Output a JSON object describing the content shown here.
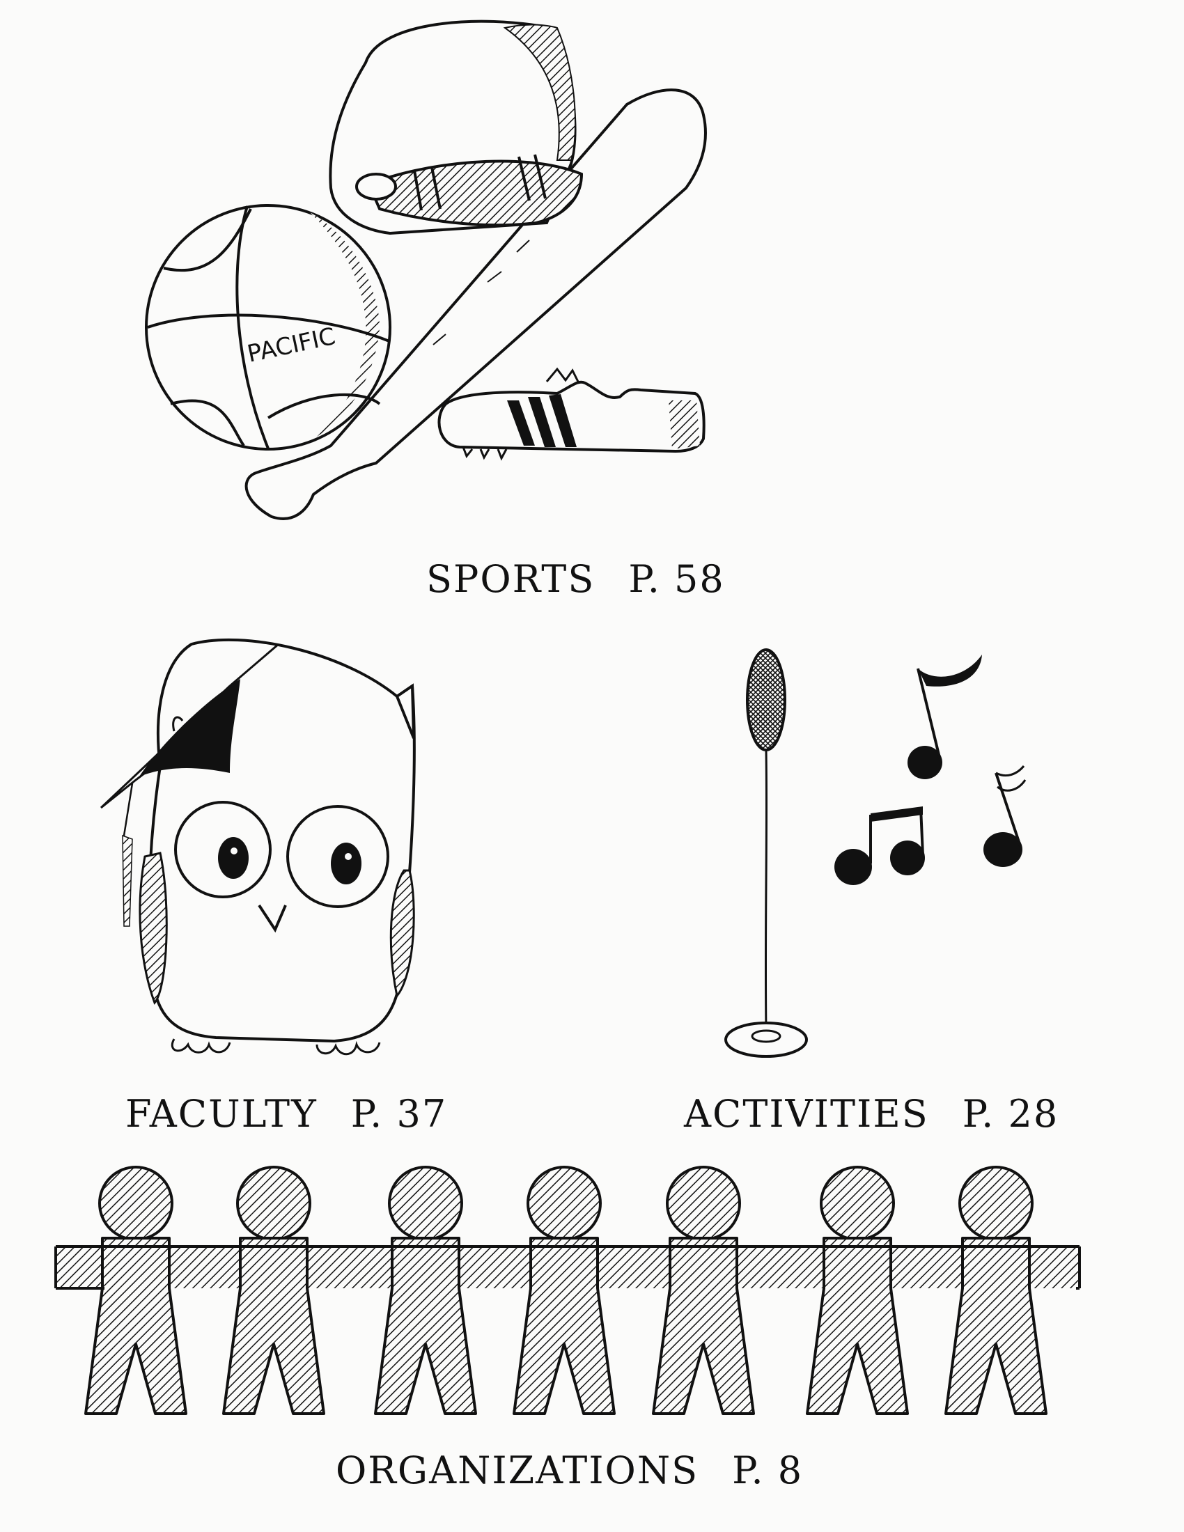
{
  "sections": {
    "sports": {
      "label": "SPORTS",
      "page": "P. 58",
      "ball_text": "PACIFIC"
    },
    "faculty": {
      "label": "FACULTY",
      "page": "P. 37"
    },
    "activities": {
      "label": "ACTIVITIES",
      "page": "P. 28"
    },
    "organizations": {
      "label": "ORGANIZATIONS",
      "page": "P. 8"
    }
  },
  "icons": {
    "sports": [
      "football-helmet-icon",
      "basketball-icon",
      "baseball-bat-icon",
      "track-shoe-icon"
    ],
    "faculty": "graduation-owl-icon",
    "activities": [
      "microphone-stand-icon",
      "music-notes-icon"
    ],
    "organizations": "paper-doll-chain-icon"
  },
  "colors": {
    "ink": "#111111",
    "paper": "#fbfbfa"
  }
}
